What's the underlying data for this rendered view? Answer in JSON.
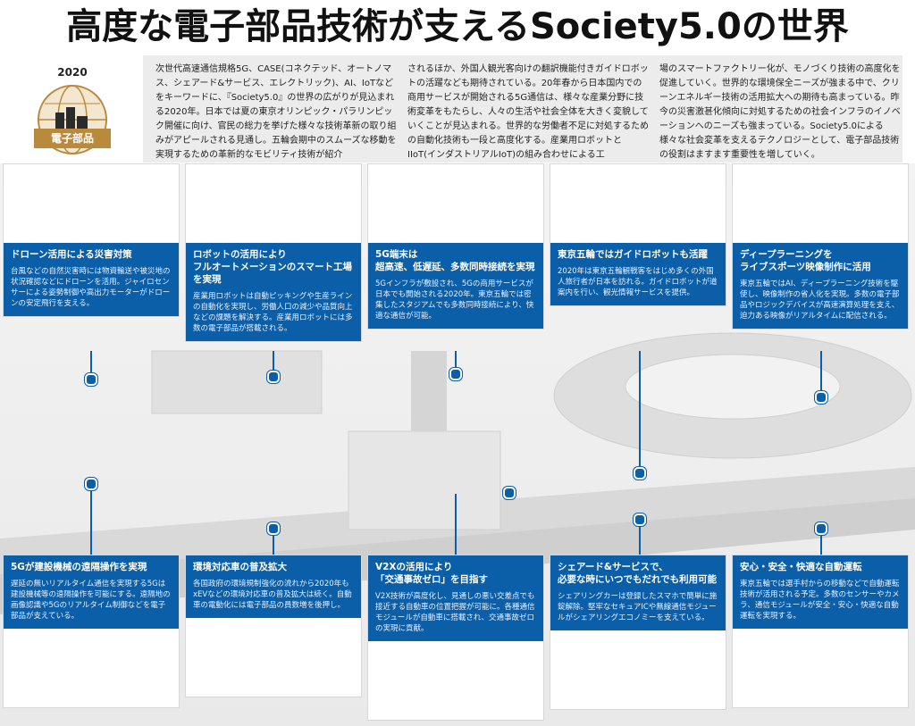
{
  "title": "高度な電子部品技術が支えるSociety5.0の世界",
  "logo": {
    "year": "2020",
    "badge": "電子部品"
  },
  "intro": {
    "col1": "次世代高速通信規格5G、CASE(コネクテッド、オートノマス、シェアード&サービス、エレクトリック)、AI、IoTなどをキーワードに、『Society5.0』の世界の広がりが見込まれる2020年。日本では夏の東京オリンピック・パラリンピック開催に向け、官民の総力を挙げた様々な技術革新の取り組みがアピールされる見通し。五輪会期中のスムーズな移動を実現するための革新的なモビリティ技術が紹介",
    "col2": "されるほか、外国人観光客向けの翻訳機能付きガイドロボットの活躍なども期待されている。20年春から日本国内での商用サービスが開始される5G通信は、様々な産業分野に技術変革をもたらし、人々の生活や社会全体を大きく変貌していくことが見込まれる。世界的な労働者不足に対処するための自動化技術も一段と高度化する。産業用ロボットとIIoT(インダストリアルIoT)の組み合わせによる工",
    "col3": "場のスマートファクトリー化が、モノづくり技術の高度化を促進していく。世界的な環境保全ニーズが強まる中で、クリーンエネルギー技術の活用拡大への期待も高まっている。昨今の災害激甚化傾向に対処するための社会インフラのイノベーションへのニーズも強まっている。Society5.0による様々な社会変革を支えるテクノロジーとして、電子部品技術の役割はますます重要性を増していく。"
  },
  "top_panels": [
    {
      "title": "ドローン活用による災害対策",
      "body": "台風などの自然災害時には物資輸送や被災地の状況確認などにドローンを活用。ジャイロセンサーによる姿勢制御や高出力モーターがドローンの安定飛行を支える。"
    },
    {
      "title": "ロボットの活用により\nフルオートメーションのスマート工場を実現",
      "body": "産業用ロボットは自動ピッキングや生産ラインの自動化を実現し、労働人口の減少や品質向上などの課題を解決する。産業用ロボットには多数の電子部品が搭載される。"
    },
    {
      "title": "5G端末は\n超高速、低遅延、多数同時接続を実現",
      "body": "5Gインフラが敷設され、5Gの商用サービスが日本でも開始される2020年。東京五輪では密集したスタジアムでも多数同時接続により、快適な通信が可能。"
    },
    {
      "title": "東京五輪ではガイドロボットも活躍",
      "body": "2020年は東京五輪観戦客をはじめ多くの外国人旅行者が日本を訪れる。ガイドロボットが道案内を行い、観光情報サービスを提供。"
    },
    {
      "title": "ディープラーニングを\nライブスポーツ映像制作に活用",
      "body": "東京五輪ではAI、ディープラーニング技術を駆使し、映像制作の省人化を実現。多数の電子部品やロジックデバイスが高速演算処理を支え、迫力ある映像がリアルタイムに配信される。"
    }
  ],
  "bottom_panels": [
    {
      "title": "5Gが建設機械の遠隔操作を実現",
      "body": "遅延の無いリアルタイム通信を実現する5Gは建設機械等の遠隔操作を可能にする。遠隔地の画像認識や5Gのリアルタイム制御などを電子部品が支えている。"
    },
    {
      "title": "環境対応車の普及拡大",
      "body": "各国政府の環境規制強化の流れから2020年もxEVなどの環境対応車の普及拡大は続く。自動車の電動化には電子部品の員数増を後押し。"
    },
    {
      "title": "V2Xの活用により\n「交通事故ゼロ」を目指す",
      "body": "V2X技術が高度化し、見通しの悪い交差点でも接近する自動車の位置把握が可能に。各種通信モジュールが自動車に搭載され、交通事故ゼロの実現に貢献。"
    },
    {
      "title": "シェアード&サービスで、\n必要な時にいつでもだれでも利用可能",
      "body": "シェアリングカーは登録したスマホで簡単に施錠解除。堅牢なセキュアICや無線通信モジュールがシェアリングエコノミーを支えている。"
    },
    {
      "title": "安心・安全・快適な自動運転",
      "body": "東京五輪では選手村からの移動などで自動運転技術が活用される予定。多数のセンサーやカメラ、通信モジュールが安全・安心・快適な自動運転を実現する。"
    }
  ]
}
